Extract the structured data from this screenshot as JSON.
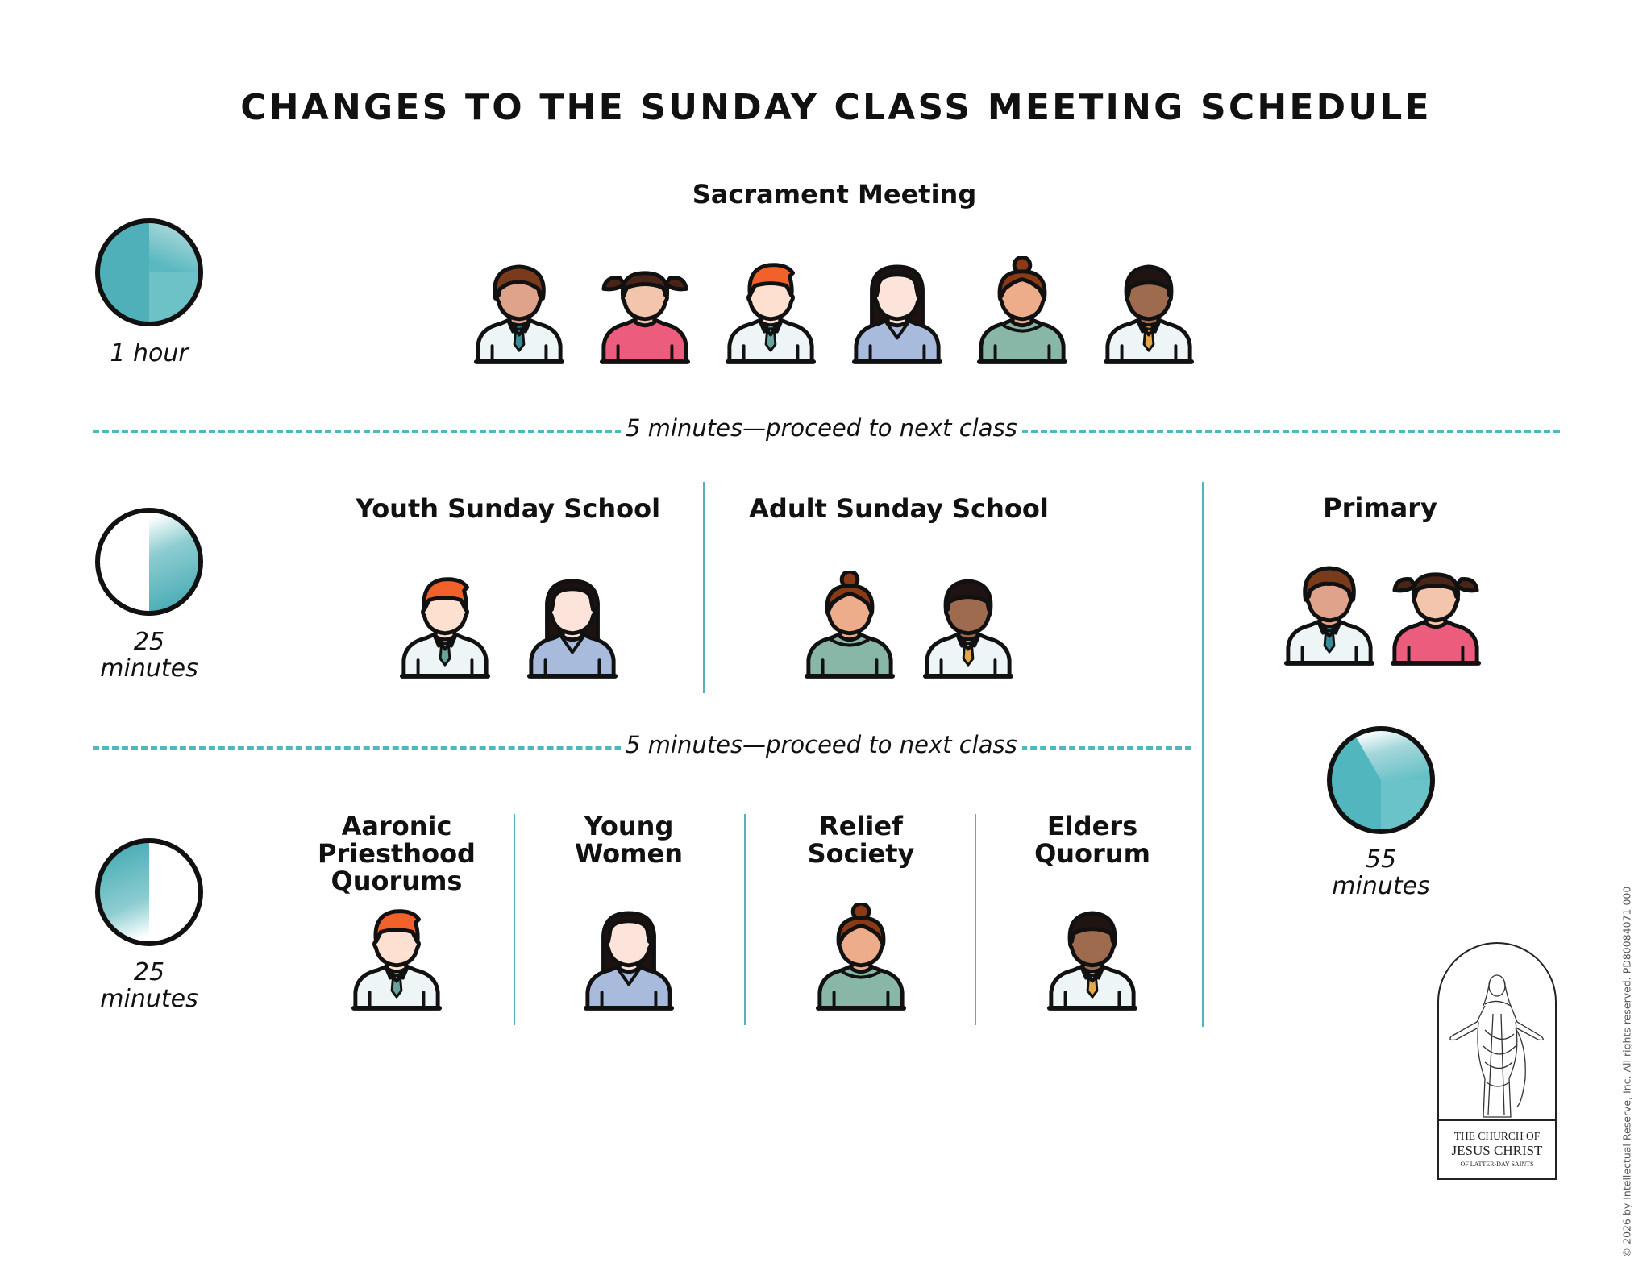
{
  "title": "CHANGES TO THE SUNDAY CLASS MEETING SCHEDULE",
  "colors": {
    "accent_teal": "#4fb8bd",
    "divider_teal": "#57b3bb",
    "clock_fill": "#4fb4bc",
    "outline": "#111111"
  },
  "sacrament": {
    "heading": "Sacrament Meeting",
    "duration": "1 hour",
    "clock_fraction": 1.0,
    "people": [
      "boy",
      "girl",
      "young-man",
      "young-woman",
      "woman",
      "man"
    ]
  },
  "transitions": [
    {
      "label": "5 minutes—proceed to next class"
    },
    {
      "label": "5 minutes—proceed to next class"
    }
  ],
  "second_hour": {
    "duration_number": "25",
    "duration_unit": "minutes",
    "classes": [
      {
        "heading": "Youth Sunday School",
        "people": [
          "young-man",
          "young-woman"
        ]
      },
      {
        "heading": "Adult Sunday School",
        "people": [
          "woman",
          "man"
        ]
      }
    ]
  },
  "third_hour": {
    "duration_number": "25",
    "duration_unit": "minutes",
    "classes": [
      {
        "line1": "Aaronic",
        "line2": "Priesthood",
        "line3": "Quorums",
        "people": [
          "young-man"
        ]
      },
      {
        "line1": "Young",
        "line2": "Women",
        "people": [
          "young-woman"
        ]
      },
      {
        "line1": "Relief",
        "line2": "Society",
        "people": [
          "woman"
        ]
      },
      {
        "line1": "Elders",
        "line2": "Quorum",
        "people": [
          "man"
        ]
      }
    ]
  },
  "primary": {
    "heading": "Primary",
    "duration_number": "55",
    "duration_unit": "minutes",
    "people": [
      "boy",
      "girl"
    ]
  },
  "logo": {
    "line1": "THE CHURCH OF",
    "line2": "JESUS CHRIST",
    "line3": "OF LATTER-DAY SAINTS"
  },
  "copyright": "© 2026 by Intellectual Reserve, Inc. All rights reserved. PD80084071 000"
}
